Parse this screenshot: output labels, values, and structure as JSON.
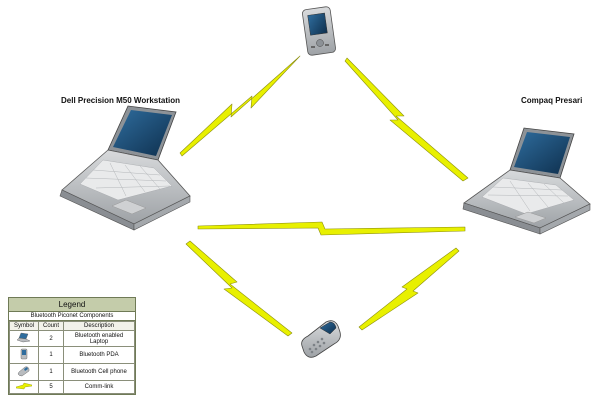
{
  "nodes": {
    "workstation_label": "Dell Precision M50 Workstation",
    "presario_label": "Compaq Presari"
  },
  "legend": {
    "title": "Legend",
    "subtitle": "Bluetooth Piconet Components",
    "headers": [
      "Symbol",
      "Count",
      "Description"
    ],
    "rows": [
      {
        "icon": "laptop-icon",
        "count": "2",
        "description": "Bluetooth enabled Laptop"
      },
      {
        "icon": "pda-icon",
        "count": "1",
        "description": "Bluetooth PDA"
      },
      {
        "icon": "cell-phone-icon",
        "count": "1",
        "description": "Bluetooth Cell phone"
      },
      {
        "icon": "comm-link-icon",
        "count": "5",
        "description": "Comm-link"
      }
    ]
  },
  "colors": {
    "link": "#e8f000",
    "link_outline": "#8c8f10",
    "device_body": "#b9bcbf",
    "screen": "#1d4e76",
    "legend_header": "#c4ccaa"
  }
}
